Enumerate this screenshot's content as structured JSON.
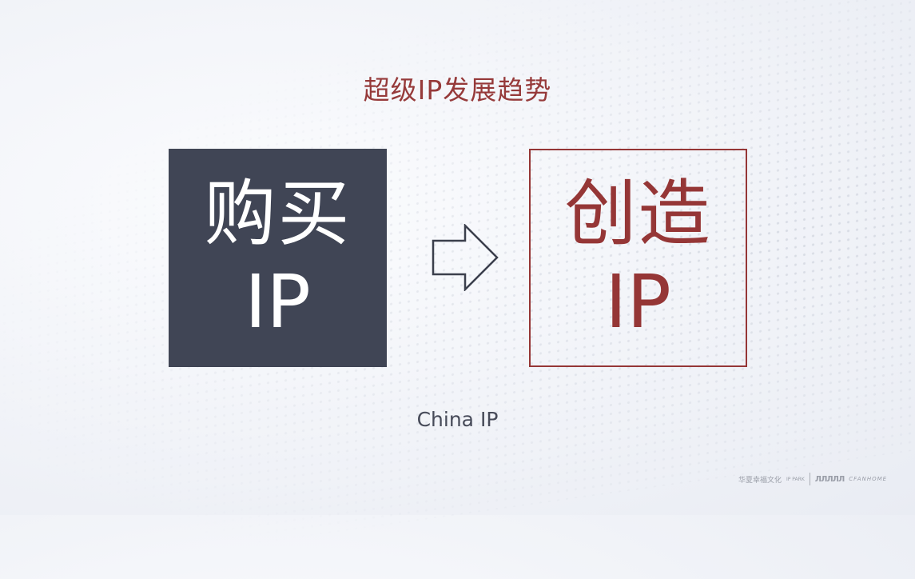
{
  "slide": {
    "title": "超级IP发展趋势",
    "left_box": {
      "line1": "购买",
      "line2": "IP",
      "bg_color": "#404555",
      "text_color": "#ffffff"
    },
    "arrow": {
      "icon": "right-arrow-outline-icon"
    },
    "right_box": {
      "line1": "创造",
      "line2": "IP",
      "border_color": "#953636",
      "text_color": "#953636"
    },
    "caption": "China IP",
    "accent_color": "#963a3a"
  },
  "footer": {
    "logo_text": "华夏幸福文化",
    "logo_sub": "IP PARK",
    "partner_bars": "ЛЛЛЛЛ",
    "partner_brand": "CFANHOME"
  }
}
